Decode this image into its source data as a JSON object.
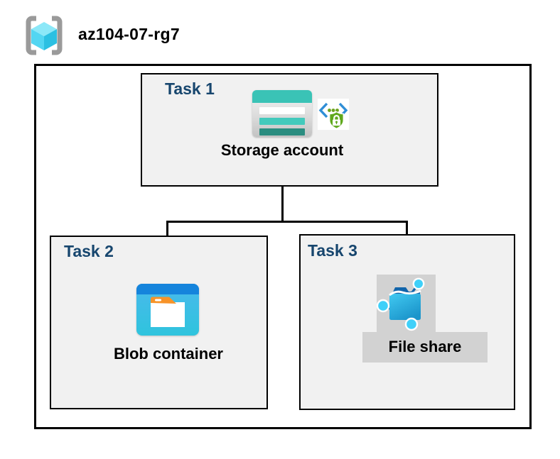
{
  "header": {
    "title": "az104-07-rg7",
    "icon": "resource-group-icon"
  },
  "tasks": [
    {
      "label": "Task 1",
      "item": "Storage account",
      "icons": [
        "storage-account-icon",
        "secure-access-icon"
      ]
    },
    {
      "label": "Task 2",
      "item": "Blob container",
      "icons": [
        "blob-container-icon"
      ]
    },
    {
      "label": "Task 3",
      "item": "File share",
      "icons": [
        "file-share-icon"
      ]
    }
  ],
  "connectors": {
    "description": "Storage account connects down to Blob container and File share",
    "count": 4
  },
  "colors": {
    "task_label_navy": "#17466e",
    "box_background": "#f1f1f1",
    "border_black": "#000000",
    "gray_backdrop": "#d2d2d2",
    "storage_teal": "#3ac3b6",
    "storage_teal_dark": "#2a8d80",
    "blob_header_blue": "#1584dc",
    "blob_body_cyan": "#38c0e4",
    "fileshare_folder_blue": "#1265ab",
    "fileshare_node_cyan": "#3fd0f9",
    "cube_cyan_light": "#8ce8f8",
    "cube_cyan_mid": "#53d6f2",
    "cube_cyan_dark": "#2cc0e2",
    "bracket_gray": "#9a9a9a",
    "shield_green": "#5fa81c",
    "code_bracket_blue": "#2f8ed6",
    "dot_green": "#6aa21b",
    "folder_tab_orange": "#f79328"
  }
}
